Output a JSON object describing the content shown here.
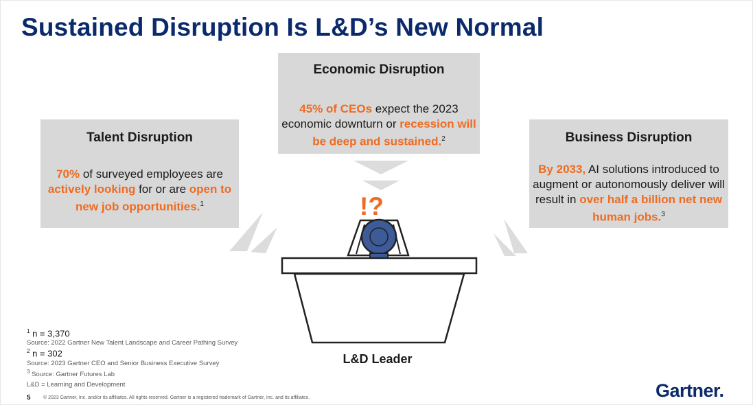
{
  "title": "Sustained Disruption Is L&D’s New Normal",
  "talent": {
    "heading": "Talent Disruption",
    "hl1": "70%",
    "t1": " of surveyed employees are ",
    "hl2": "actively looking",
    "t2": " for or are ",
    "hl3": "open to new job opportunities.",
    "sup": "1"
  },
  "economic": {
    "heading": "Economic Disruption",
    "hl1": "45% of CEOs",
    "t1": " expect the 2023 economic downturn or ",
    "hl2": "recession will be deep and sustained.",
    "sup": "2"
  },
  "business": {
    "heading": "Business Disruption",
    "hl1": "By 2033,",
    "t1": " AI solutions introduced to augment or autonomously deliver will result in ",
    "hl2": "over half a billion net new human jobs.",
    "sup": "3"
  },
  "center": {
    "interrobang": "!?",
    "leader_label": "L&D Leader"
  },
  "footnotes": {
    "n1_sup": "1",
    "n1": " n = 3,370",
    "src1": "Source: 2022 Gartner New Talent Landscape and Career Pathing Survey",
    "n2_sup": "2",
    "n2": " n = 302",
    "src2": "Source: 2023 Gartner CEO and Senior Business Executive Survey",
    "src3_sup": "3",
    "src3": " Source: Gartner Futures Lab",
    "abbrev": "L&D = Learning and Development"
  },
  "page_number": "5",
  "copyright": "© 2023 Gartner, Inc. and/or its affiliates. All rights reserved. Gartner is a registered trademark of Gartner, Inc. and its affiliates.",
  "logo": {
    "text": "Gartner",
    "dot": "."
  },
  "colors": {
    "title": "#0b2a6b",
    "accent": "#ef6b21",
    "box": "#d8d8d8",
    "art": "#dcdcdc",
    "leader_body": "#3d5a99"
  }
}
